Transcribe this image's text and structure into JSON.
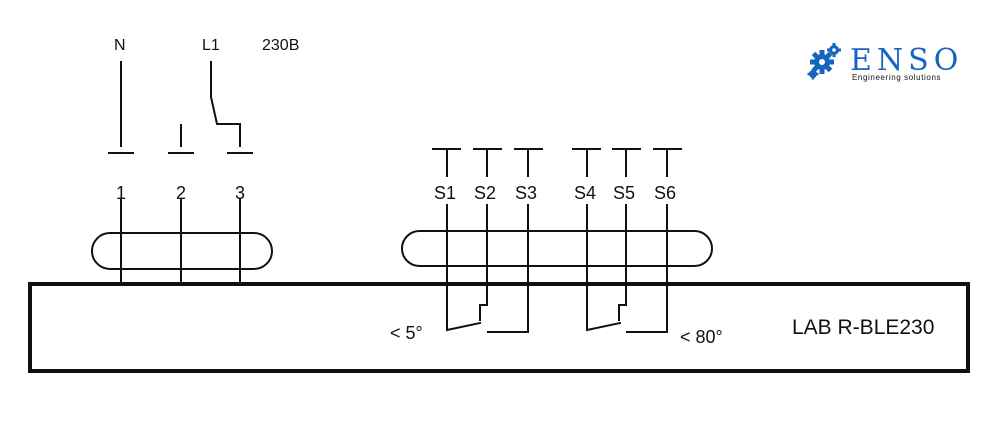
{
  "supply": {
    "neutral": "N",
    "line": "L1",
    "voltage": "230B"
  },
  "terminals": {
    "t1": "1",
    "t2": "2",
    "t3": "3",
    "s1": "S1",
    "s2": "S2",
    "s3": "S3",
    "s4": "S4",
    "s5": "S5",
    "s6": "S6"
  },
  "switches": {
    "min": "< 5°",
    "max": "< 80°"
  },
  "device": {
    "model": "LAB R-BLE230"
  },
  "logo": {
    "name": "ENSO",
    "tagline": "Engineering solutions",
    "color": "#1565c0"
  }
}
